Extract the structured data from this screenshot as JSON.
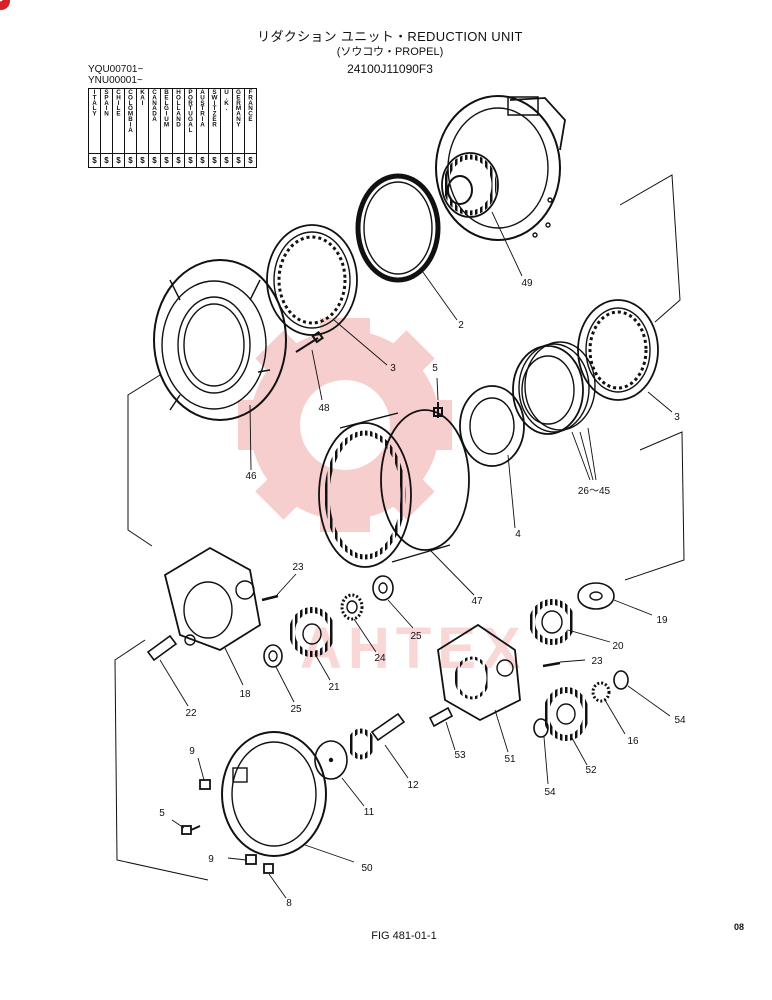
{
  "header": {
    "title": "リダクション ユニット・REDUCTION UNIT",
    "subtitle": "(ソウコウ・PROPEL)",
    "part_number": "24100J11090F3",
    "serials": [
      "YQU00701~",
      "YNU00001~"
    ]
  },
  "countries": [
    {
      "name": "ITALY",
      "mark": "$"
    },
    {
      "name": "SPAIN",
      "mark": "$"
    },
    {
      "name": "CHILE",
      "mark": "$"
    },
    {
      "name": "COLOMBIA",
      "mark": "$"
    },
    {
      "name": "KAI",
      "mark": "$"
    },
    {
      "name": "CANADA",
      "mark": "$"
    },
    {
      "name": "BELGIUM",
      "mark": "$"
    },
    {
      "name": "HOLLAND",
      "mark": "$"
    },
    {
      "name": "PORTUGAL",
      "mark": "$"
    },
    {
      "name": "AUSTRIA",
      "mark": "$"
    },
    {
      "name": "SWITZER",
      "mark": "$"
    },
    {
      "name": "U.K.",
      "mark": "$"
    },
    {
      "name": "GERMANY",
      "mark": "$"
    },
    {
      "name": "FRANCE",
      "mark": "$"
    }
  ],
  "callouts": {
    "c49": "49",
    "c2": "2",
    "c3a": "3",
    "c3b": "3",
    "c48": "48",
    "c46": "46",
    "c5a": "5",
    "c4": "4",
    "c26_45": "26～45",
    "c47": "47",
    "c23a": "23",
    "c23b": "23",
    "c19": "19",
    "c25a": "25",
    "c25b": "25",
    "c24": "24",
    "c20": "20",
    "c21": "21",
    "c18": "18",
    "c22": "22",
    "c54a": "54",
    "c54b": "54",
    "c16": "16",
    "c52": "52",
    "c51": "51",
    "c53": "53",
    "c12": "12",
    "c11": "11",
    "c9a": "9",
    "c9b": "9",
    "c5b": "5",
    "c8": "8",
    "c50": "50"
  },
  "watermark": "AHTEX",
  "footer": {
    "figure_ref": "FIG 481-01-1",
    "page_code": "08"
  },
  "colors": {
    "ink": "#111111",
    "watermark": "#f2a7a7",
    "badge": "#d9202a"
  }
}
